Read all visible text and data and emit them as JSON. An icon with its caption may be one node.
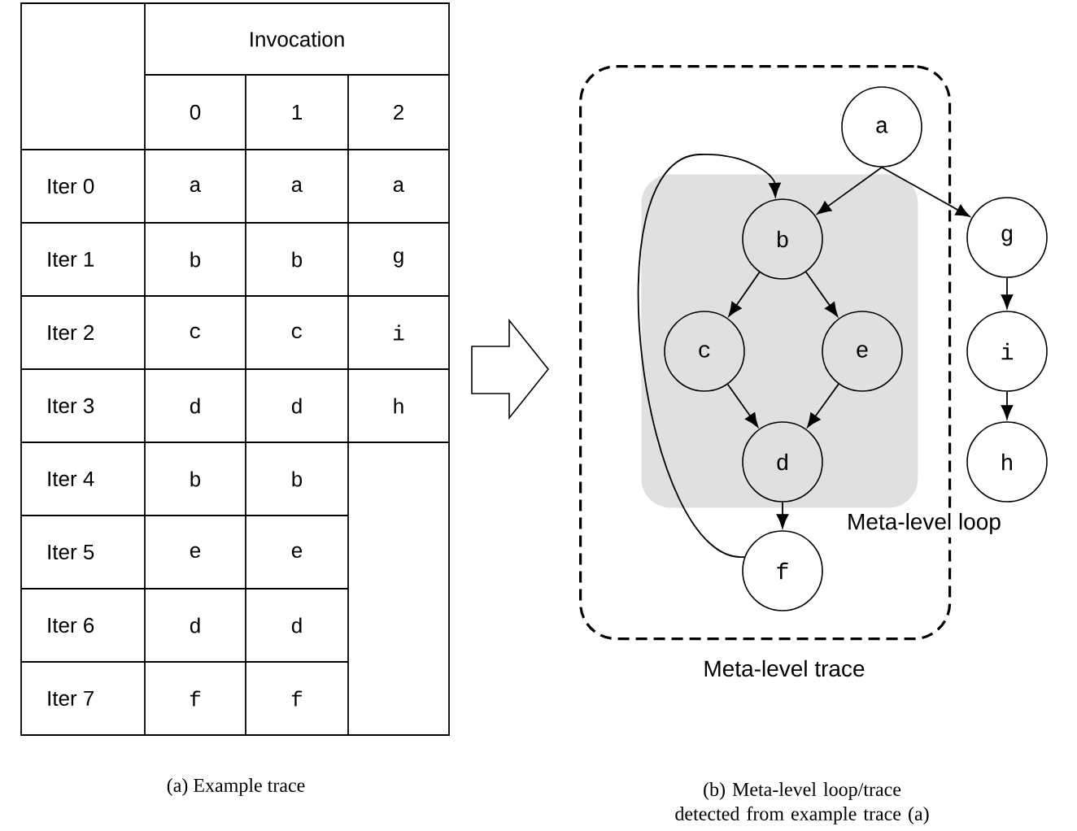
{
  "diagram": {
    "nodes": [
      {
        "text": [
          "Meta-level trace"
        ]
      },
      {
        "text": [
          "Meta-level loop"
        ],
        "in": 0
      },
      {
        "text": [
          "a"
        ],
        "in": 0
      },
      {
        "text": [
          "b"
        ],
        "in": 1
      },
      {
        "text": [
          "c"
        ],
        "in": 1
      },
      {
        "text": [
          "e"
        ],
        "in": 1
      },
      {
        "text": [
          "d"
        ],
        "in": 1
      },
      {
        "text": [
          "f"
        ],
        "in": 0
      },
      {
        "text": [
          "g"
        ]
      },
      {
        "text": [
          "i"
        ]
      },
      {
        "text": [
          "h"
        ]
      }
    ],
    "edges": [
      {
        "from": 2,
        "to": 3,
        "arrow": "to"
      },
      {
        "from": 2,
        "to": 8,
        "arrow": "to"
      },
      {
        "from": 3,
        "to": 4,
        "arrow": "to"
      },
      {
        "from": 3,
        "to": 5,
        "arrow": "to"
      },
      {
        "from": 4,
        "to": 6,
        "arrow": "to"
      },
      {
        "from": 5,
        "to": 6,
        "arrow": "to"
      },
      {
        "from": 6,
        "to": 7,
        "arrow": "to"
      },
      {
        "from": 7,
        "to": 3,
        "arrow": "to"
      },
      {
        "from": 8,
        "to": 9,
        "arrow": "to"
      },
      {
        "from": 9,
        "to": 10,
        "arrow": "to"
      }
    ],
    "labels": [
      "Invocation",
      "0",
      "1",
      "2",
      "Iter 0",
      "a",
      "a",
      "a",
      "Iter 1",
      "b",
      "b",
      "g",
      "Iter 2",
      "c",
      "c",
      "i",
      "Iter 3",
      "d",
      "d",
      "h",
      "Iter 4",
      "b",
      "b",
      "Iter 5",
      "e",
      "e",
      "Iter 6",
      "d",
      "d",
      "Iter 7",
      "f",
      "f",
      "(a) Example trace",
      "(b) Meta-level loop/trace detected from example trace (a)"
    ]
  }
}
